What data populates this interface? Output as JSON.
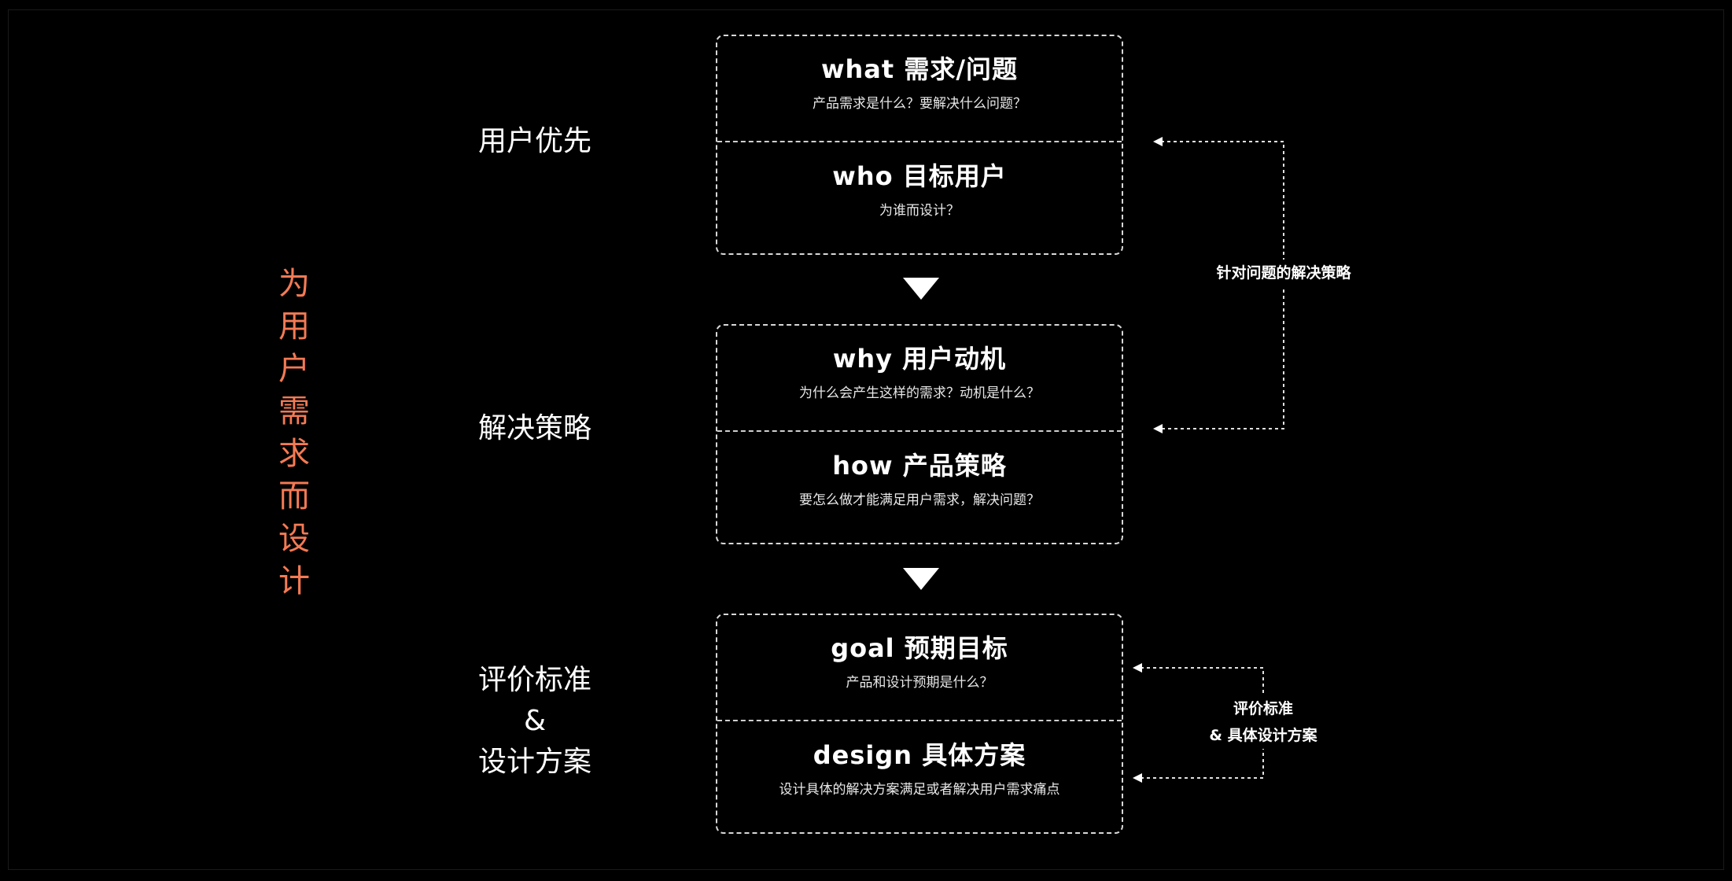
{
  "vertical_title": "为用户需求而设计",
  "group_labels": {
    "user_first": "用户优先",
    "strategy": "解决策略",
    "criteria_line1": "评价标准",
    "criteria_line2": "&",
    "criteria_line3": "设计方案"
  },
  "boxes": [
    {
      "sections": [
        {
          "title": "what  需求/问题",
          "subtitle": "产品需求是什么？要解决什么问题？"
        },
        {
          "title": "who  目标用户",
          "subtitle": "为谁而设计？"
        }
      ]
    },
    {
      "sections": [
        {
          "title": "why  用户动机",
          "subtitle": "为什么会产生这样的需求？动机是什么？"
        },
        {
          "title": "how  产品策略",
          "subtitle": "要怎么做才能满足用户需求，解决问题？"
        }
      ]
    },
    {
      "sections": [
        {
          "title": "goal 预期目标",
          "subtitle": "产品和设计预期是什么？"
        },
        {
          "title": "design 具体方案",
          "subtitle": "设计具体的解决方案满足或者解决用户需求痛点"
        }
      ]
    }
  ],
  "side_labels": {
    "strategy_loop": "针对问题的解决策略",
    "criteria_loop_line1": "评价标准",
    "criteria_loop_line2": "& 具体设计方案"
  },
  "colors": {
    "background": "#000000",
    "accent": "#f47a54",
    "text": "#ffffff",
    "dashed_line": "#d8d8d8"
  }
}
